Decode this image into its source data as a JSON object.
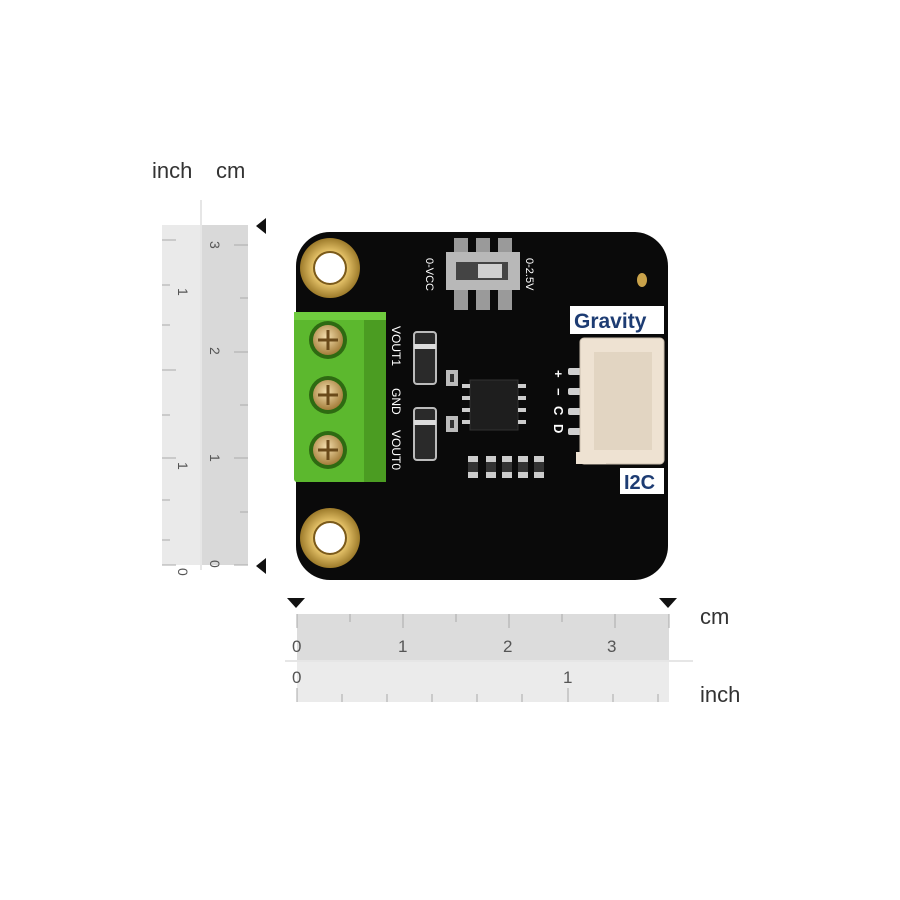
{
  "vertical_ruler": {
    "inch_label": "inch",
    "cm_label": "cm",
    "inch_ticks": [
      "0",
      "1",
      "1"
    ],
    "cm_ticks": [
      "0",
      "1",
      "2",
      "3"
    ]
  },
  "horizontal_ruler": {
    "cm_label": "cm",
    "inch_label": "inch",
    "cm_ticks": [
      "0",
      "1",
      "2",
      "3"
    ],
    "inch_ticks": [
      "0",
      "1"
    ]
  },
  "board": {
    "switch_left_label": "0-VCC",
    "switch_right_label": "0-2.5V",
    "terminal_labels": [
      "VOUT1",
      "GND",
      "VOUT0"
    ],
    "connector_pins": [
      "+",
      "−",
      "C",
      "D"
    ],
    "brand_label": "Gravity",
    "interface_label": "I2C",
    "colors": {
      "pcb": "#0a0a0a",
      "terminal": "#5cb82e",
      "connector": "#eee2d2",
      "gold": "#c9a24a"
    }
  }
}
